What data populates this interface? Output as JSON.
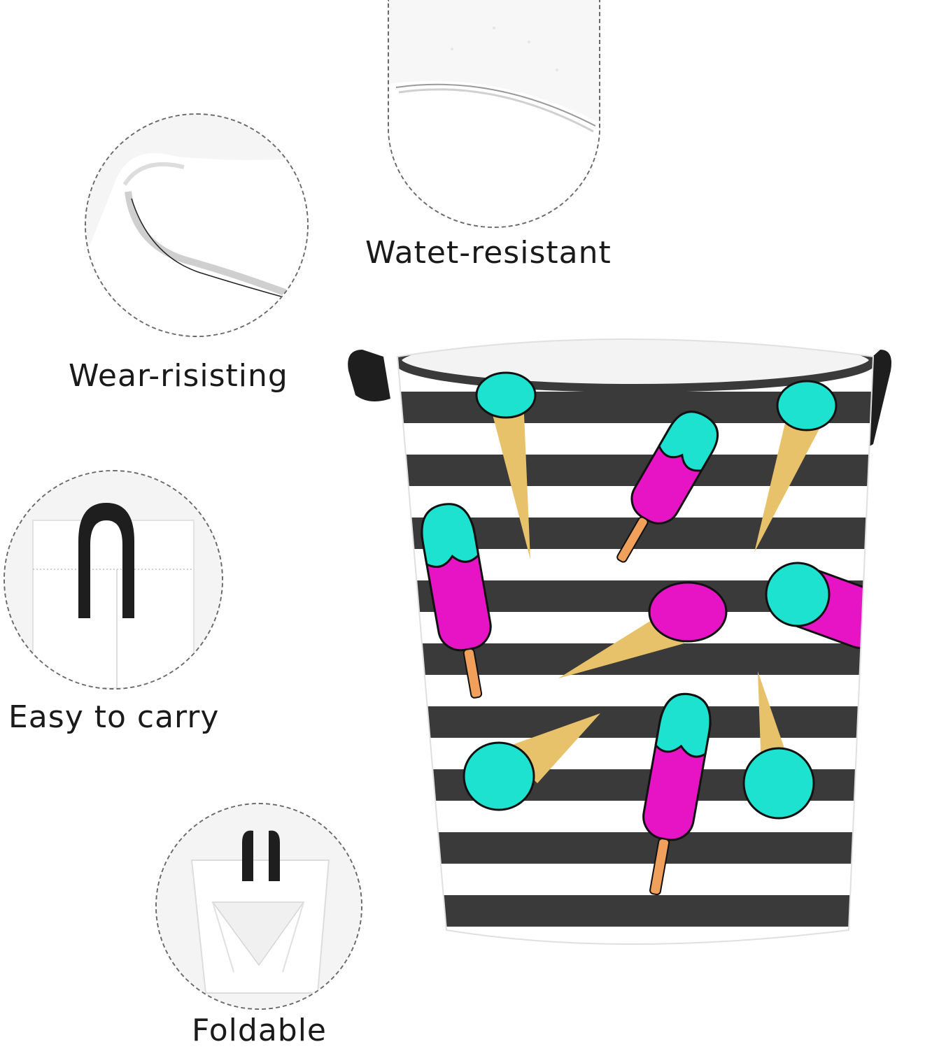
{
  "features": {
    "water_resistant": "Watet-resistant",
    "wear_resisting": "Wear-risisting",
    "easy_to_carry": "Easy to carry",
    "foldable": "Foldable"
  },
  "colors": {
    "stripe_dark": "#3a3a3a",
    "stripe_light": "#ffffff",
    "ice_cream_mint": "#1de2cf",
    "popsicle_pink": "#e614c4",
    "cone": "#e8c26a",
    "handle": "#1e1e1e"
  },
  "icons": [
    "water-resistant-detail-icon",
    "wear-resisting-detail-icon",
    "easy-to-carry-detail-icon",
    "foldable-detail-icon"
  ]
}
